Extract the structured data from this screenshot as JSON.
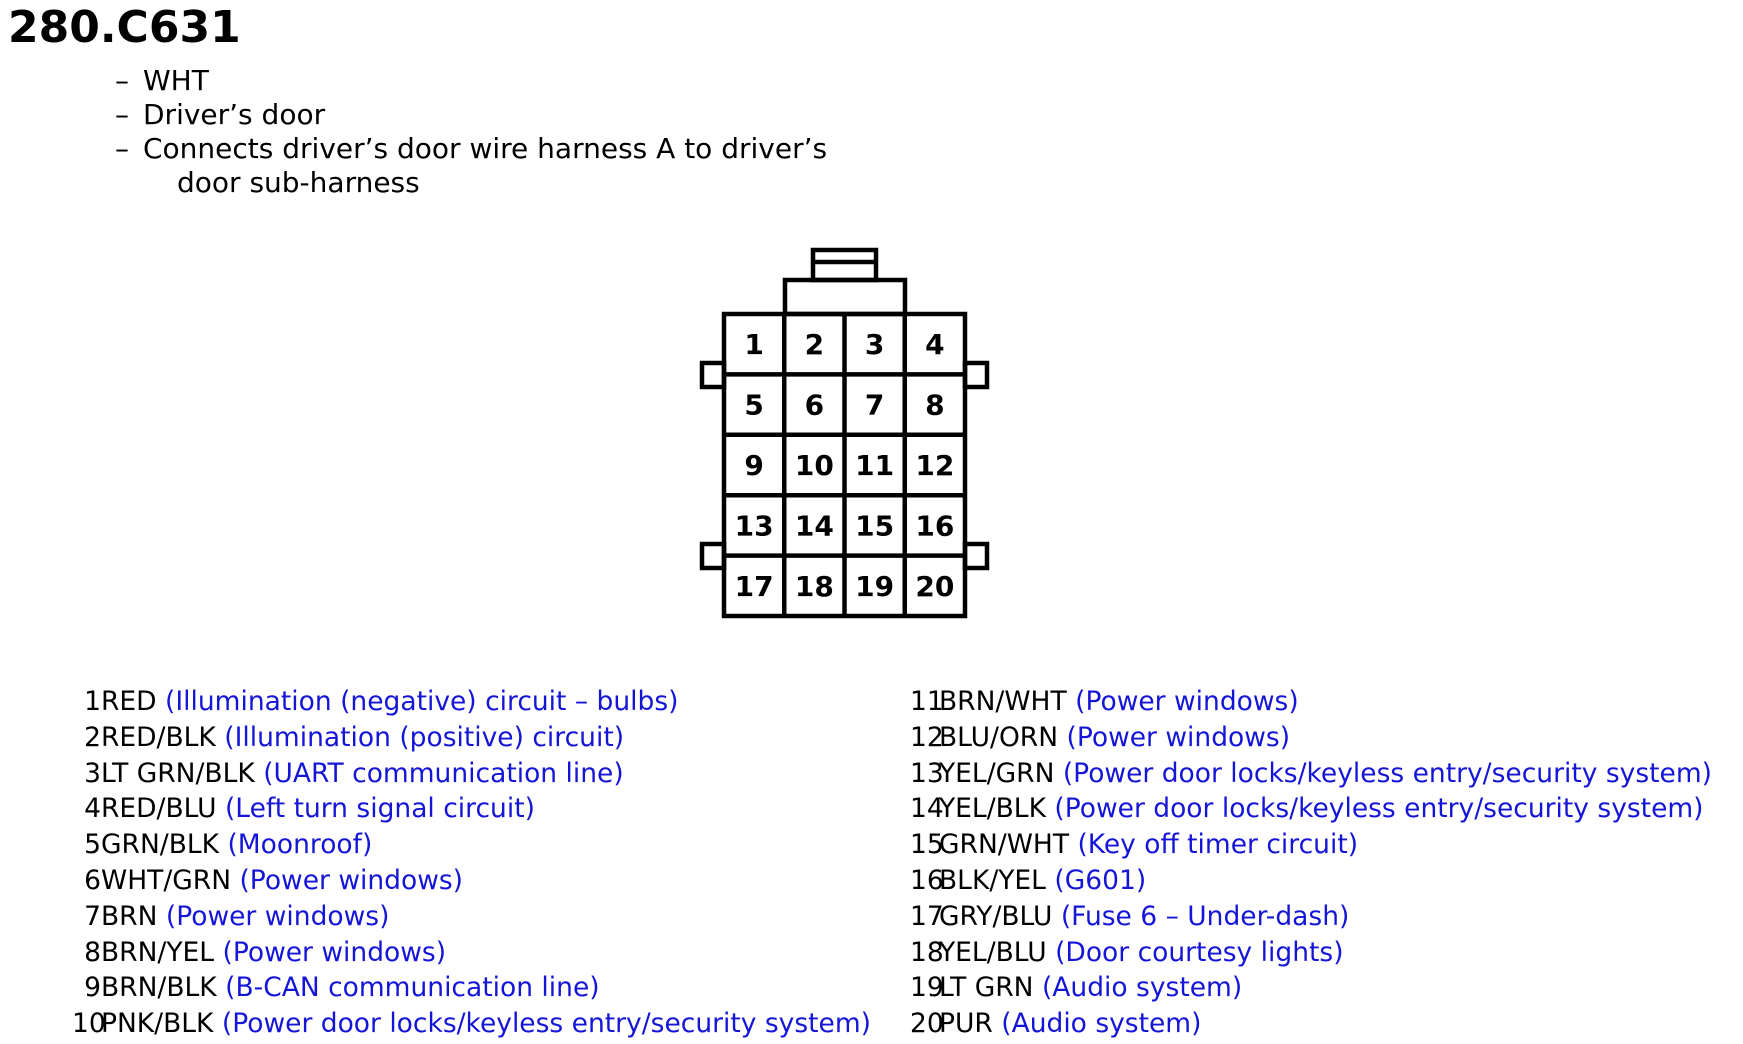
{
  "connector": {
    "id": "280.C631",
    "details": [
      "WHT",
      "Driver’s door",
      "Connects driver’s door wire harness A to driver’s"
    ],
    "details_continuation": "door sub-harness",
    "detail_bullet": "–"
  },
  "pins": [
    {
      "no": "1",
      "color": "RED",
      "function": "(Illumination (negative) circuit – bulbs)"
    },
    {
      "no": "2",
      "color": "RED/BLK",
      "function": "(Illumination (positive) circuit)"
    },
    {
      "no": "3",
      "color": "LT GRN/BLK",
      "function": "(UART communication line)"
    },
    {
      "no": "4",
      "color": "RED/BLU",
      "function": "(Left turn signal circuit)"
    },
    {
      "no": "5",
      "color": "GRN/BLK",
      "function": "(Moonroof)"
    },
    {
      "no": "6",
      "color": "WHT/GRN",
      "function": "(Power windows)"
    },
    {
      "no": "7",
      "color": "BRN",
      "function": "(Power windows)"
    },
    {
      "no": "8",
      "color": "BRN/YEL",
      "function": "(Power windows)"
    },
    {
      "no": "9",
      "color": "BRN/BLK",
      "function": "(B-CAN communication line)"
    },
    {
      "no": "10",
      "color": "PNK/BLK",
      "function": "(Power door locks/keyless entry/security system)"
    },
    {
      "no": "11",
      "color": "BRN/WHT",
      "function": "(Power windows)"
    },
    {
      "no": "12",
      "color": "BLU/ORN",
      "function": "(Power windows)"
    },
    {
      "no": "13",
      "color": "YEL/GRN",
      "function": "(Power door locks/keyless entry/security system)"
    },
    {
      "no": "14",
      "color": "YEL/BLK",
      "function": "(Power door locks/keyless entry/security system)"
    },
    {
      "no": "15",
      "color": "GRN/WHT",
      "function": "(Key off timer circuit)"
    },
    {
      "no": "16",
      "color": "BLK/YEL",
      "function": "(G601)"
    },
    {
      "no": "17",
      "color": "GRY/BLU",
      "function": "(Fuse 6 – Under-dash)"
    },
    {
      "no": "18",
      "color": "YEL/BLU",
      "function": "(Door courtesy lights)"
    },
    {
      "no": "19",
      "color": "LT GRN",
      "function": "(Audio system)"
    },
    {
      "no": "20",
      "color": "PUR",
      "function": "(Audio system)"
    }
  ],
  "colors": {
    "function_text": "#1515d8",
    "outline": "#000000"
  }
}
